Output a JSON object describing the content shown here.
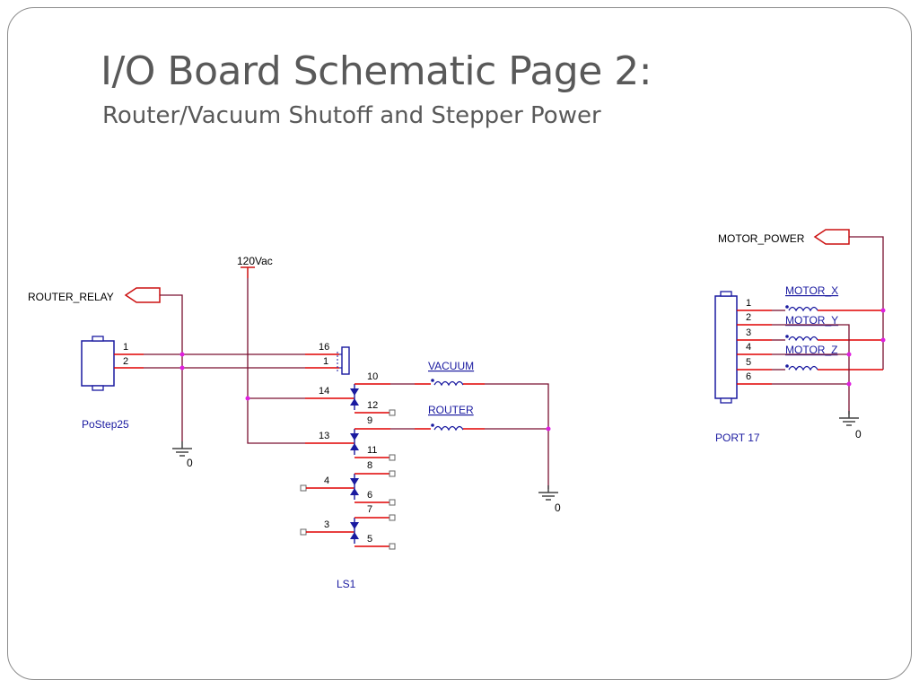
{
  "slide": {
    "title": "I/O Board Schematic Page 2:",
    "subtitle": "Router/Vacuum Shutoff and Stepper Power"
  },
  "schematic": {
    "router_relay_label": "ROUTER_RELAY",
    "supply_label": "120Vac",
    "connector_left": {
      "name": "PoStep25",
      "pins": [
        "1",
        "2"
      ]
    },
    "ground_left": "0",
    "ground_middle": "0",
    "ground_right": "0",
    "ls1": {
      "name": "LS1",
      "coil_pins": [
        "16",
        "1"
      ],
      "pins": [
        "10",
        "14",
        "12",
        "9",
        "13",
        "11",
        "8",
        "4",
        "6",
        "7",
        "3",
        "5"
      ]
    },
    "loads": [
      "VACUUM",
      "ROUTER"
    ],
    "motor_power_label": "MOTOR_POWER",
    "port17": {
      "name": "PORT 17",
      "pins": [
        "1",
        "2",
        "3",
        "4",
        "5",
        "6"
      ]
    },
    "motors": [
      "MOTOR_X",
      "MOTOR_Y",
      "MOTOR_Z"
    ]
  },
  "colors": {
    "wire": "#7a1030",
    "pin_red": "#e00000",
    "component": "#1a1aa0",
    "junction": "#e020e0",
    "port_flag": "#cc1010",
    "ground": "#444444"
  }
}
